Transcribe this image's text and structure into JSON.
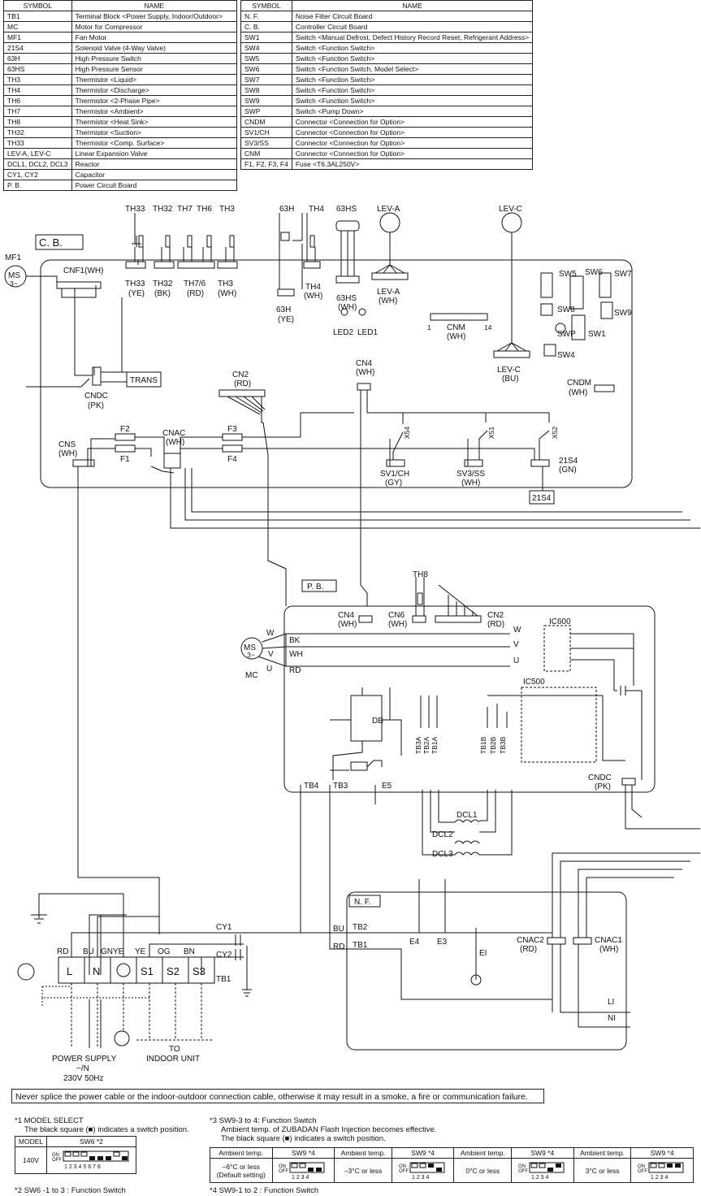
{
  "legend_left": {
    "header": [
      "SYMBOL",
      "NAME"
    ],
    "rows": [
      [
        "TB1",
        "Terminal Block <Power Supply, Indoor/Outdoor>"
      ],
      [
        "MC",
        "Motor for Compressor"
      ],
      [
        "MF1",
        "Fan Motor"
      ],
      [
        "21S4",
        "Solenoid Valve (4-Way Valve)"
      ],
      [
        "63H",
        "High Pressure Switch"
      ],
      [
        "63HS",
        "High Pressure Sensor"
      ],
      [
        "TH3",
        "Thermistor <Liquid>"
      ],
      [
        "TH4",
        "Thermistor <Discharge>"
      ],
      [
        "TH6",
        "Thermistor <2-Phase Pipe>"
      ],
      [
        "TH7",
        "Thermistor <Ambient>"
      ],
      [
        "TH8",
        "Thermistor <Heat Sink>"
      ],
      [
        "TH32",
        "Thermistor <Suction>"
      ],
      [
        "TH33",
        "Thermistor <Comp. Surface>"
      ],
      [
        "LEV-A, LEV-C",
        "Linear Expansion Valve"
      ],
      [
        "DCL1, DCL2, DCL3",
        "Reactor"
      ],
      [
        "CY1, CY2",
        "Capacitor"
      ],
      [
        "P. B.",
        "Power Circuit Board"
      ]
    ]
  },
  "legend_right": {
    "header": [
      "SYMBOL",
      "NAME"
    ],
    "rows": [
      [
        "N. F.",
        "Noise Filter Circuit Board"
      ],
      [
        "C. B.",
        "Controller Circuit Board"
      ],
      [
        "SW1",
        "Switch <Manual Defrost, Defect History Record Reset, Refrigerant Address>"
      ],
      [
        "SW4",
        "Switch <Function Switch>"
      ],
      [
        "SW5",
        "Switch <Function Switch>"
      ],
      [
        "SW6",
        "Switch <Function Switch, Model Select>"
      ],
      [
        "SW7",
        "Switch <Function Switch>"
      ],
      [
        "SW8",
        "Switch <Function Switch>"
      ],
      [
        "SW9",
        "Switch <Function Switch>"
      ],
      [
        "SWP",
        "Switch <Pump Down>"
      ],
      [
        "CNDM",
        "Connector <Connection for Option>"
      ],
      [
        "SV1/CH",
        "Connector <Connection for Option>"
      ],
      [
        "SV3/SS",
        "Connector <Connection for Option>"
      ],
      [
        "CNM",
        "Connector <Connection for Option>"
      ],
      [
        "F1, F2, F3, F4",
        "Fuse <T6.3AL250V>"
      ]
    ]
  },
  "diagram": {
    "cb": "C. B.",
    "pb": "P. B.",
    "nf": "N. F.",
    "mf1": "MF1",
    "ms": "MS",
    "ms3": "3~",
    "mc": "MC",
    "cnf1": "CNF1(WH)",
    "th33": "TH33",
    "th32": "TH32",
    "th7": "TH7",
    "th6": "TH6",
    "th3": "TH3",
    "th33c": "TH33",
    "th33col": "(YE)",
    "th32c": "TH32",
    "th32col": "(BK)",
    "th76c": "TH7/6",
    "th76col": "(RD)",
    "th3c": "TH3",
    "th3col": "(WH)",
    "h63": "63H",
    "h63col": "(YE)",
    "th4": "TH4",
    "th4col": "(WH)",
    "hs63": "63HS",
    "hs63col": "(WH)",
    "leva": "LEV-A",
    "levacol": "(WH)",
    "levc": "LEV-C",
    "levccol": "(BU)",
    "led2": "LED2",
    "led1": "LED1",
    "cnm": "CNM",
    "cnmcol": "(WH)",
    "sw4": "SW4",
    "swp": "SWP",
    "sw1": "SW1",
    "sw8": "SW8",
    "sw5": "SW5",
    "sw6": "SW6",
    "sw7": "SW7",
    "sw9": "SW9",
    "cndm": "CNDM",
    "cndmcol": "(WH)",
    "trans": "TRANS",
    "cndc": "CNDC",
    "cndccol": "(PK)",
    "cn2": "CN2",
    "cn2col": "(RD)",
    "cn4": "CN4",
    "cn4col": "(WH)",
    "cns": "CNS",
    "cnscol": "(WH)",
    "cnac": "CNAC",
    "cnaccol": "(WH)",
    "f1": "F1",
    "f2": "F2",
    "f3": "F3",
    "f4": "F4",
    "x54": "X54",
    "x51": "X51",
    "x52": "X52",
    "sv1": "SV1/CH",
    "sv1col": "(GY)",
    "sv3": "SV3/SS",
    "sv3col": "(WH)",
    "s21s4": "21S4",
    "s21s4col": "(GN)",
    "th8": "TH8",
    "cn6": "CN6",
    "ic600": "IC600",
    "ic500": "IC500",
    "db": "DB",
    "w": "W",
    "v": "V",
    "u": "U",
    "bk": "BK",
    "wh": "WH",
    "rd": "RD",
    "bu": "BU",
    "tb4": "TB4",
    "tb3": "TB3",
    "e5": "E5",
    "tb3a": "TB3A",
    "tb2a": "TB2A",
    "tb1a": "TB1A",
    "tb1b": "TB1B",
    "tb2b": "TB2B",
    "tb3b": "TB3B",
    "dcl1": "DCL1",
    "dcl2": "DCL2",
    "dcl3": "DCL3",
    "tb2": "TB2",
    "tb1": "TB1",
    "e4": "E4",
    "e3": "E3",
    "ei": "EI",
    "cnac2": "CNAC2",
    "cnac2col": "(RD)",
    "cnac1": "CNAC1",
    "cnac1col": "(WH)",
    "li": "LI",
    "ni": "NI",
    "cy1": "CY1",
    "cy2": "CY2",
    "term_l": "L",
    "term_n": "N",
    "term_s1": "S1",
    "term_s2": "S2",
    "term_s3": "S3",
    "w_rd": "RD",
    "w_bu": "BU",
    "w_gnye": "GNYE",
    "w_ye": "YE",
    "w_og": "OG",
    "w_bn": "BN",
    "tb1label": "TB1",
    "power": "POWER SUPPLY",
    "power2": "~/N",
    "power3": "230V 50Hz",
    "to": "TO",
    "indoor": "INDOOR UNIT",
    "n1": "1",
    "n2": "2",
    "n3": "3",
    "n4": "4",
    "n5": "5",
    "n7": "7",
    "n14": "14"
  },
  "warning": "Never splice the power cable or the indoor-outdoor connection cable, otherwise it may result in a smoke, a fire or communication failure.",
  "notes": {
    "note1_title": "*1 MODEL SELECT",
    "note1_text": "The black square (■) indicates a switch position.",
    "model_header": "MODEL",
    "sw6_header": "SW6 *2",
    "model_value": "140V",
    "onoff": "ON\nOFF",
    "digits8": "1 2 3 4 5 6 7 8",
    "digits4": "1 2 3 4",
    "note2": "*2  SW6 -1 to 3 : Function Switch",
    "note3_title": "*3  SW9-3 to 4: Function Switch",
    "note3_line2": "Ambient temp. of ZUBADAN Flash Injection becomes effective.",
    "note3_line3": "The black square (■) indicates a switch position.",
    "note4": "*4  SW9-1 to 2 : Function Switch",
    "amb_header": "Ambient temp.",
    "sw9_header": "SW9 *4",
    "amb_values": [
      "–6°C or less",
      "–3°C or less",
      "0°C or less",
      "3°C or less"
    ],
    "default_setting": "(Default setting)"
  }
}
